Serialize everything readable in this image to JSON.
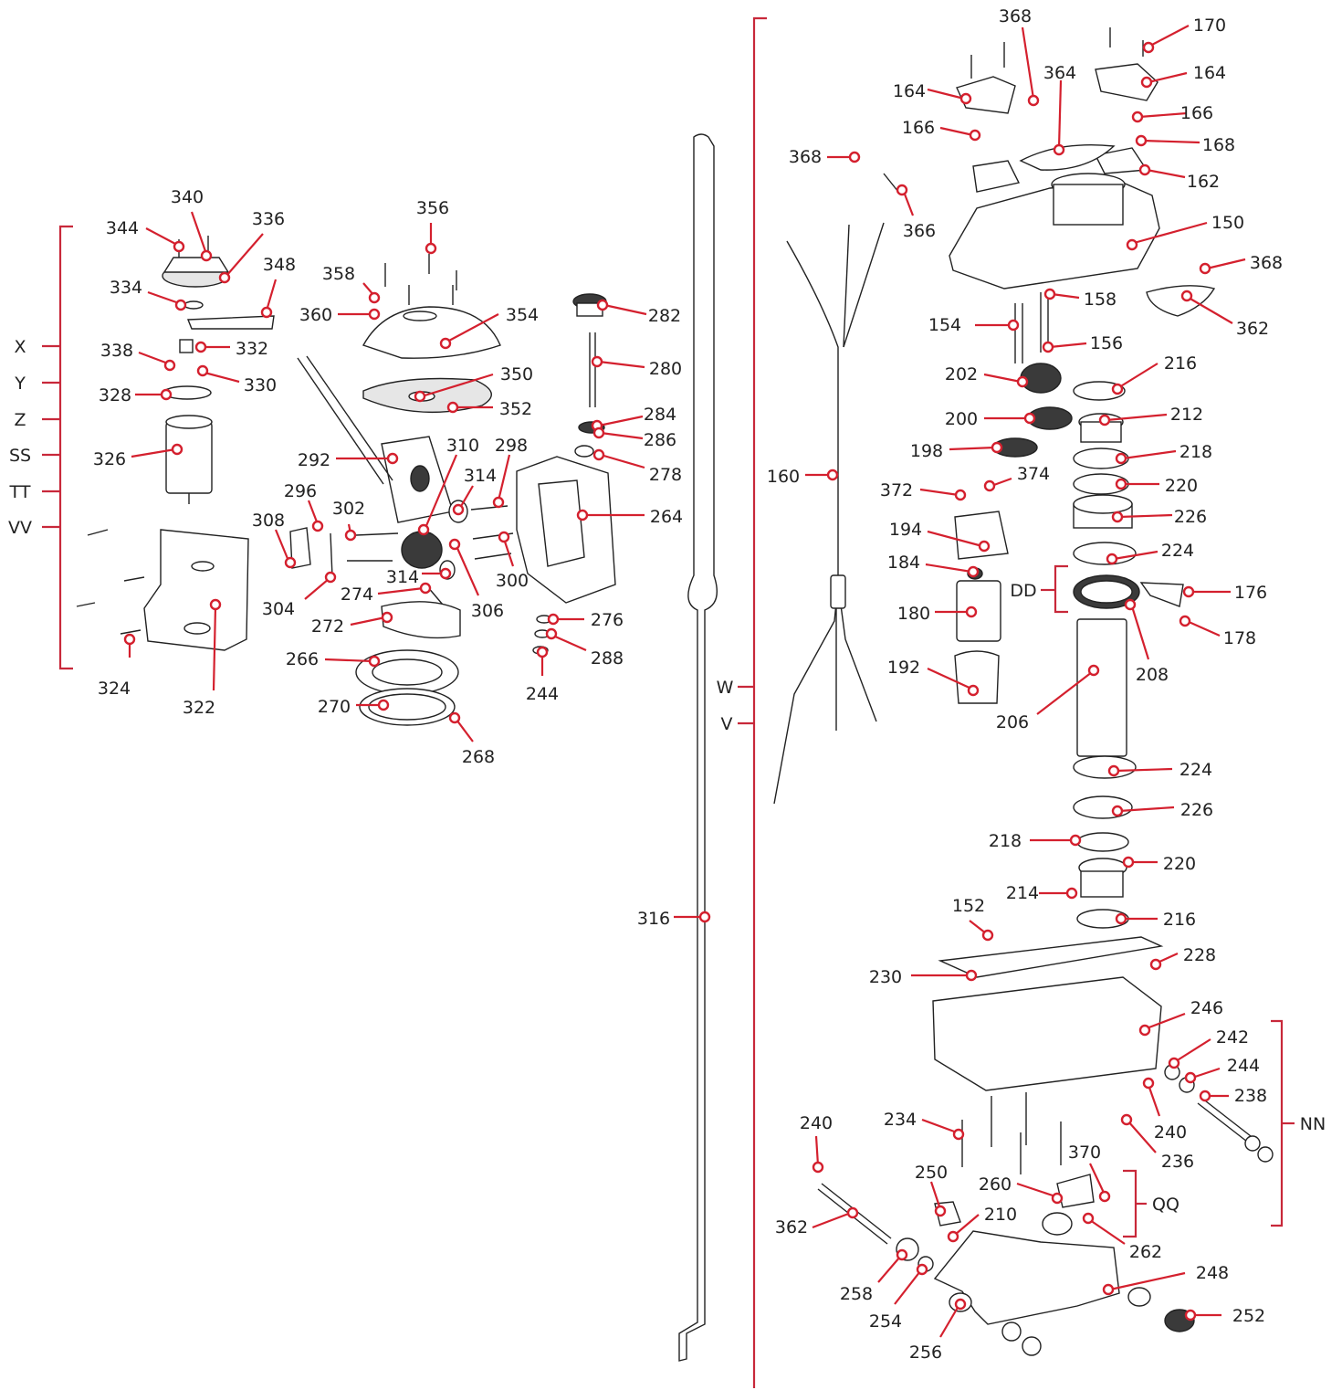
{
  "brand_colors": {
    "callout": "#d4202e",
    "bracket": "#c8283a",
    "line_art": "#222222"
  },
  "group_labels": {
    "x": "X",
    "y": "Y",
    "z": "Z",
    "ss": "SS",
    "tt": "TT",
    "vv": "VV",
    "w": "W",
    "v": "V",
    "dd": "DD",
    "nn": "NN",
    "qq": "QQ"
  },
  "callouts": {
    "c340": "340",
    "c344": "344",
    "c336": "336",
    "c348": "348",
    "c334": "334",
    "c338": "338",
    "c332": "332",
    "c330": "330",
    "c328": "328",
    "c326": "326",
    "c324": "324",
    "c322": "322",
    "c356": "356",
    "c358": "358",
    "c360": "360",
    "c354": "354",
    "c350": "350",
    "c352": "352",
    "c292": "292",
    "c310": "310",
    "c298": "298",
    "c314a": "314",
    "c314b": "314",
    "c296": "296",
    "c308": "308",
    "c302": "302",
    "c304": "304",
    "c274": "274",
    "c306": "306",
    "c300": "300",
    "c272": "272",
    "c266": "266",
    "c270": "270",
    "c268": "268",
    "c282": "282",
    "c280": "280",
    "c284": "284",
    "c286": "286",
    "c278": "278",
    "c264": "264",
    "c276": "276",
    "c288": "288",
    "c244a": "244",
    "c316": "316",
    "c368a": "368",
    "c368b": "368",
    "c368c": "368",
    "c170": "170",
    "c164a": "164",
    "c164b": "164",
    "c364": "364",
    "c166a": "166",
    "c166b": "166",
    "c168": "168",
    "c162": "162",
    "c366": "366",
    "c150": "150",
    "c158": "158",
    "c362a": "362",
    "c154": "154",
    "c156": "156",
    "c216a": "216",
    "c202": "202",
    "c212": "212",
    "c200": "200",
    "c218a": "218",
    "c198": "198",
    "c220a": "220",
    "c160": "160",
    "c372": "372",
    "c374": "374",
    "c226a": "226",
    "c194": "194",
    "c224a": "224",
    "c184": "184",
    "c176": "176",
    "c180": "180",
    "c178": "178",
    "c208": "208",
    "c192": "192",
    "c206": "206",
    "c224b": "224",
    "c226b": "226",
    "c218b": "218",
    "c220b": "220",
    "c214": "214",
    "c216b": "216",
    "c152": "152",
    "c228": "228",
    "c230": "230",
    "c246": "246",
    "c242": "242",
    "c244b": "244",
    "c238": "238",
    "c234": "234",
    "c240a": "240",
    "c240b": "240",
    "c236": "236",
    "c370": "370",
    "c250": "250",
    "c260": "260",
    "c210": "210",
    "c362b": "362",
    "c262": "262",
    "c248": "248",
    "c258": "258",
    "c254": "254",
    "c256": "256",
    "c252": "252"
  }
}
